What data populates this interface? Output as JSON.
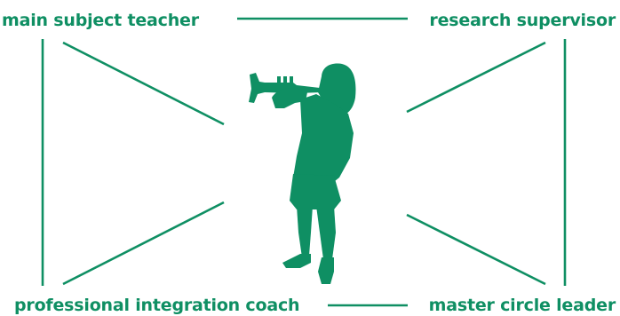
{
  "roles": {
    "top_left": "main subject teacher",
    "top_right": "research supervisor",
    "bottom_left": "professional integration coach",
    "bottom_right": "master circle leader"
  },
  "colors": {
    "accent": "#0f8f63",
    "background": "#ffffff"
  },
  "center_figure": {
    "icon": "trumpet-player-silhouette-icon"
  }
}
